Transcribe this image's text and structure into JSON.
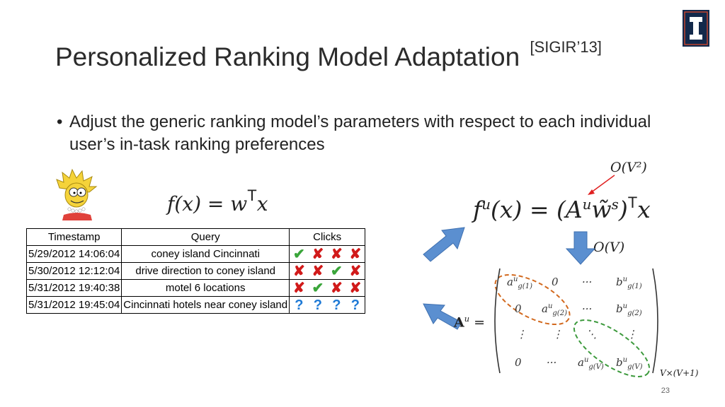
{
  "title": {
    "main": "Personalized Ranking Model Adaptation",
    "ref": "[SIGIR’13]"
  },
  "logo": {
    "name": "university-logo",
    "letter": "I",
    "color": "#13294b",
    "accent": "#e84a27"
  },
  "bullet": {
    "symbol": "•",
    "text": "Adjust the generic ranking model’s parameters with respect to each individual user’s in-task ranking preferences"
  },
  "formula_generic": {
    "f": "f(x) = w",
    "t": "T",
    "x": "x"
  },
  "formula_user": {
    "lhs": "f",
    "u": "u",
    "mid": "(x) = (A",
    "u2": "u",
    "w": "w̃",
    "s": "s",
    "close": ")",
    "t": "T",
    "x": "x"
  },
  "complexity": {
    "top": "O(V²)",
    "mid": "O(V)"
  },
  "table": {
    "headers": [
      "Timestamp",
      "Query",
      "Clicks"
    ],
    "rows": [
      {
        "timestamp": "5/29/2012 14:06:04",
        "query": "coney island Cincinnati",
        "clicks": [
          "check",
          "cross",
          "cross",
          "cross"
        ]
      },
      {
        "timestamp": "5/30/2012 12:12:04",
        "query": "drive direction to coney island",
        "clicks": [
          "cross",
          "cross",
          "check",
          "cross"
        ]
      },
      {
        "timestamp": "5/31/2012 19:40:38",
        "query": "motel 6 locations",
        "clicks": [
          "cross",
          "check",
          "cross",
          "cross"
        ]
      },
      {
        "timestamp": "5/31/2012 19:45:04",
        "query": "Cincinnati hotels near coney island",
        "clicks": [
          "q",
          "q",
          "q",
          "q"
        ]
      }
    ]
  },
  "matrix": {
    "label": "A",
    "label_sup": "u",
    "equals": "=",
    "size_label": "V×(V+1)",
    "cells": {
      "r1c1": "a",
      "r1c1_sub": "g(1)",
      "r1c1_sup": "u",
      "r1c2": "0",
      "r1c3": "···",
      "r1c4": "b",
      "r1c4_sub": "g(1)",
      "r1c4_sup": "u",
      "r2c1": "0",
      "r2c2": "a",
      "r2c2_sub": "g(2)",
      "r2c2_sup": "u",
      "r2c3": "···",
      "r2c4": "b",
      "r2c4_sub": "g(2)",
      "r2c4_sup": "u",
      "r3c1": "⋮",
      "r3c2": "⋮",
      "r3c3": "⋱",
      "r3c4": "⋮",
      "r4c1": "0",
      "r4c2": "···",
      "r4c3": "a",
      "r4c3_sub": "g(V)",
      "r4c3_sup": "u",
      "r4c4": "b",
      "r4c4_sub": "g(V)",
      "r4c4_sup": "u"
    }
  },
  "colors": {
    "arrow_blue": "#5b8fd0",
    "arrow_red": "#e02020",
    "ellipse_orange": "#d2691e",
    "ellipse_green": "#3d9a3d"
  },
  "page_number": "23"
}
